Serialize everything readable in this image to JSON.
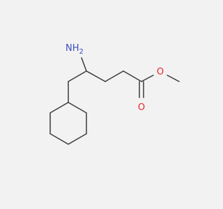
{
  "molecule": {
    "atoms": {
      "amine": {
        "symbol": "NH",
        "subscript": "2"
      },
      "carbonyl_oxygen": {
        "symbol": "O"
      },
      "ester_oxygen": {
        "symbol": "O"
      }
    },
    "colors": {
      "bond": "#3a3a3a",
      "nitrogen": "#3b4cc0",
      "oxygen": "#e8262b",
      "background": "#f2f2f2"
    }
  }
}
